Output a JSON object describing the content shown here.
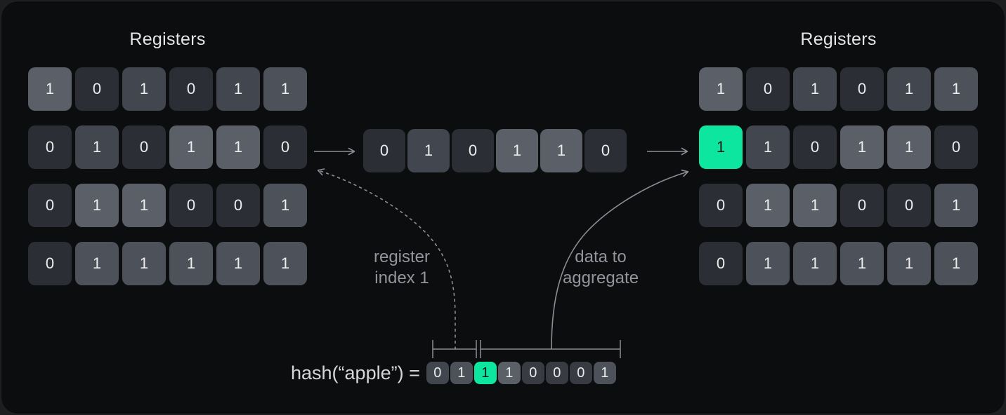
{
  "palette": {
    "outer_bg": "#1d1e20",
    "panel_bg": "#0c0d0f",
    "panel_border": "#232427",
    "tone_d": "#2b2e34",
    "tone_d2": "#383c42",
    "tone_m1": "#42464e",
    "tone_m2": "#4d525a",
    "tone_l": "#5a5f68",
    "tone_green": "#0ce69e",
    "cell_text": "#eceded",
    "cell_text_on_green": "#14181b",
    "title_text": "#e4e5e7",
    "label_text": "#92959b",
    "arrow_color": "#8b8e94"
  },
  "left_registers": {
    "title": "Registers",
    "rows": [
      [
        {
          "v": "1",
          "t": "l"
        },
        {
          "v": "0",
          "t": "d"
        },
        {
          "v": "1",
          "t": "m1"
        },
        {
          "v": "0",
          "t": "d"
        },
        {
          "v": "1",
          "t": "m1"
        },
        {
          "v": "1",
          "t": "m2"
        }
      ],
      [
        {
          "v": "0",
          "t": "d"
        },
        {
          "v": "1",
          "t": "m1"
        },
        {
          "v": "0",
          "t": "d"
        },
        {
          "v": "1",
          "t": "l"
        },
        {
          "v": "1",
          "t": "l"
        },
        {
          "v": "0",
          "t": "d"
        }
      ],
      [
        {
          "v": "0",
          "t": "d"
        },
        {
          "v": "1",
          "t": "l"
        },
        {
          "v": "1",
          "t": "l"
        },
        {
          "v": "0",
          "t": "d"
        },
        {
          "v": "0",
          "t": "d"
        },
        {
          "v": "1",
          "t": "m2"
        }
      ],
      [
        {
          "v": "0",
          "t": "d"
        },
        {
          "v": "1",
          "t": "m2"
        },
        {
          "v": "1",
          "t": "m2"
        },
        {
          "v": "1",
          "t": "m2"
        },
        {
          "v": "1",
          "t": "m2"
        },
        {
          "v": "1",
          "t": "m2"
        }
      ]
    ]
  },
  "incoming_row": {
    "cells": [
      {
        "v": "0",
        "t": "d"
      },
      {
        "v": "1",
        "t": "m1"
      },
      {
        "v": "0",
        "t": "d"
      },
      {
        "v": "1",
        "t": "l"
      },
      {
        "v": "1",
        "t": "l"
      },
      {
        "v": "0",
        "t": "d"
      }
    ]
  },
  "right_registers": {
    "title": "Registers",
    "rows": [
      [
        {
          "v": "1",
          "t": "l"
        },
        {
          "v": "0",
          "t": "d"
        },
        {
          "v": "1",
          "t": "m1"
        },
        {
          "v": "0",
          "t": "d"
        },
        {
          "v": "1",
          "t": "m1"
        },
        {
          "v": "1",
          "t": "m2"
        }
      ],
      [
        {
          "v": "1",
          "t": "green"
        },
        {
          "v": "1",
          "t": "m1"
        },
        {
          "v": "0",
          "t": "d"
        },
        {
          "v": "1",
          "t": "l"
        },
        {
          "v": "1",
          "t": "l"
        },
        {
          "v": "0",
          "t": "d"
        }
      ],
      [
        {
          "v": "0",
          "t": "d"
        },
        {
          "v": "1",
          "t": "l"
        },
        {
          "v": "1",
          "t": "l"
        },
        {
          "v": "0",
          "t": "d"
        },
        {
          "v": "0",
          "t": "d"
        },
        {
          "v": "1",
          "t": "m2"
        }
      ],
      [
        {
          "v": "0",
          "t": "d"
        },
        {
          "v": "1",
          "t": "m2"
        },
        {
          "v": "1",
          "t": "m2"
        },
        {
          "v": "1",
          "t": "m2"
        },
        {
          "v": "1",
          "t": "m2"
        },
        {
          "v": "1",
          "t": "m2"
        }
      ]
    ]
  },
  "annotations": {
    "register_index": "register\nindex 1",
    "data_to_aggregate": "data to\naggregate"
  },
  "hash": {
    "label": "hash(“apple”) =",
    "cells": [
      {
        "v": "0",
        "t": "m1"
      },
      {
        "v": "1",
        "t": "m2"
      },
      {
        "v": "1",
        "t": "green"
      },
      {
        "v": "1",
        "t": "l"
      },
      {
        "v": "0",
        "t": "d2"
      },
      {
        "v": "0",
        "t": "d2"
      },
      {
        "v": "0",
        "t": "d2"
      },
      {
        "v": "1",
        "t": "m2"
      }
    ]
  }
}
